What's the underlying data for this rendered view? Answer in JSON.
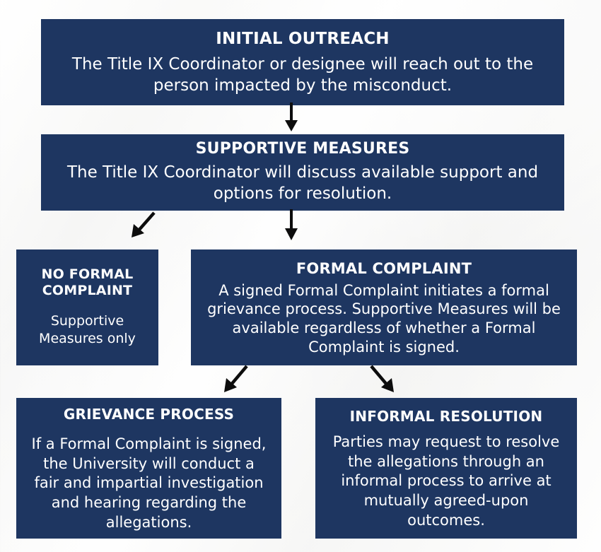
{
  "page": {
    "title": "Title IX Process Flowchart",
    "background_color": "#f6f6f5",
    "node_color": "#1e3661",
    "node_text_color": "#ffffff",
    "arrow_color": "#101010"
  },
  "nodes": {
    "initial_outreach": {
      "title": "INITIAL OUTREACH",
      "body": "The Title IX Coordinator or designee will reach out to the person impacted by the misconduct."
    },
    "supportive_measures": {
      "title": "SUPPORTIVE MEASURES",
      "body": "The Title IX Coordinator will discuss available support and options for resolution."
    },
    "no_formal_complaint": {
      "title": "NO FORMAL COMPLAINT",
      "body": "Supportive Measures only"
    },
    "formal_complaint": {
      "title": "FORMAL COMPLAINT",
      "body": "A signed Formal Complaint initiates a formal grievance process. Supportive Measures will be available regardless of whether a Formal Complaint is signed."
    },
    "grievance_process": {
      "title": "GRIEVANCE PROCESS",
      "body": "If a Formal Complaint is signed, the University will conduct a fair and impartial investigation and hearing regarding the allegations."
    },
    "informal_resolution": {
      "title": "INFORMAL RESOLUTION",
      "body": "Parties may request to resolve the allegations through an informal process to arrive at mutually agreed-upon outcomes."
    }
  },
  "arrows": [
    {
      "name": "arrow-down-icon",
      "from": "initial_outreach",
      "to": "supportive_measures",
      "direction": "down"
    },
    {
      "name": "arrow-down-left-icon",
      "from": "supportive_measures",
      "to": "no_formal_complaint",
      "direction": "down-left"
    },
    {
      "name": "arrow-down-icon",
      "from": "supportive_measures",
      "to": "formal_complaint",
      "direction": "down"
    },
    {
      "name": "arrow-down-left-icon",
      "from": "formal_complaint",
      "to": "grievance_process",
      "direction": "down-left"
    },
    {
      "name": "arrow-down-right-icon",
      "from": "formal_complaint",
      "to": "informal_resolution",
      "direction": "down-right"
    }
  ]
}
